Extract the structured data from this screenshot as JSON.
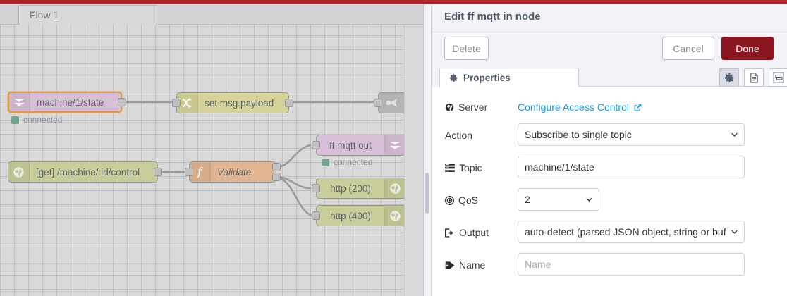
{
  "app": {
    "accent_color": "#b32128",
    "done_color": "#8c1620"
  },
  "workspace": {
    "tabs": [
      {
        "label": "Flow 1",
        "name": "flow-tab-flow-1"
      }
    ],
    "nodes": [
      {
        "id": "mqtt-in",
        "label": "machine/1/state",
        "icon": "mqtt-icon",
        "status": "connected",
        "selected": true
      },
      {
        "id": "change",
        "label": "set msg.payload",
        "icon": "change-icon"
      },
      {
        "id": "debug",
        "label": "",
        "icon": "debug-icon"
      },
      {
        "id": "http-in",
        "label": "[get] /machine/:id/control",
        "icon": "globe-icon"
      },
      {
        "id": "function",
        "label": "Validate",
        "icon": "function-icon"
      },
      {
        "id": "mqtt-out",
        "label": "ff mqtt out",
        "icon": "mqtt-icon",
        "status": "connected"
      },
      {
        "id": "http-200",
        "label": "http (200)",
        "icon": "globe-icon"
      },
      {
        "id": "http-400",
        "label": "http (400)",
        "icon": "globe-icon"
      }
    ]
  },
  "editor": {
    "title": "Edit ff mqtt in node",
    "buttons": {
      "delete": "Delete",
      "cancel": "Cancel",
      "done": "Done"
    },
    "tabs": [
      {
        "label": "Properties",
        "icon": "gear-icon"
      }
    ],
    "tool_icons": [
      "gear-icon",
      "description-icon",
      "appearance-icon"
    ],
    "fields": {
      "server": {
        "label": "Server",
        "icon": "globe-icon",
        "link_text": "Configure Access Control"
      },
      "action": {
        "label": "Action",
        "icon": "",
        "value": "Subscribe to single topic"
      },
      "topic": {
        "label": "Topic",
        "icon": "tasks-icon",
        "value": "machine/1/state"
      },
      "qos": {
        "label": "QoS",
        "icon": "bullseye-icon",
        "value": "2"
      },
      "output": {
        "label": "Output",
        "icon": "sign-out-icon",
        "value": "auto-detect (parsed JSON object, string or buffer)"
      },
      "name": {
        "label": "Name",
        "icon": "tag-icon",
        "value": "",
        "placeholder": "Name"
      }
    }
  }
}
